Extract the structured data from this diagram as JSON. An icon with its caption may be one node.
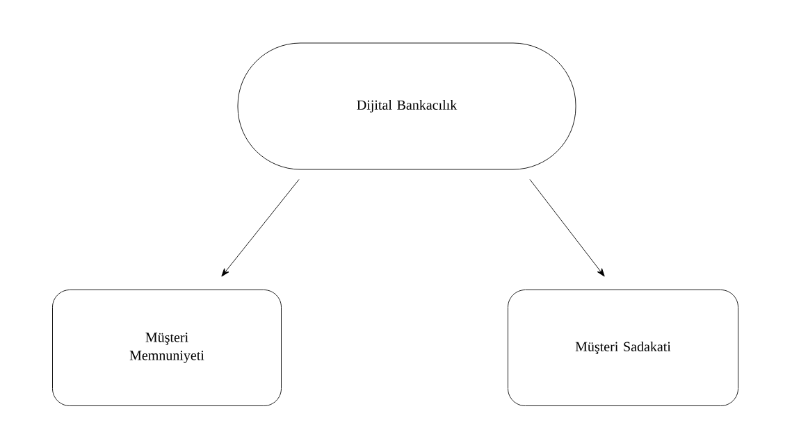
{
  "diagram": {
    "nodes": [
      {
        "text": [
          "Dijital Bankacılık"
        ]
      },
      {
        "text": [
          "Müşteri Memnuniyeti"
        ]
      },
      {
        "text": [
          "Müşteri Sadakati"
        ]
      }
    ],
    "edges": [
      {
        "from": 0,
        "to": 1,
        "arrow": "to"
      },
      {
        "from": 0,
        "to": 2,
        "arrow": "to"
      }
    ]
  }
}
